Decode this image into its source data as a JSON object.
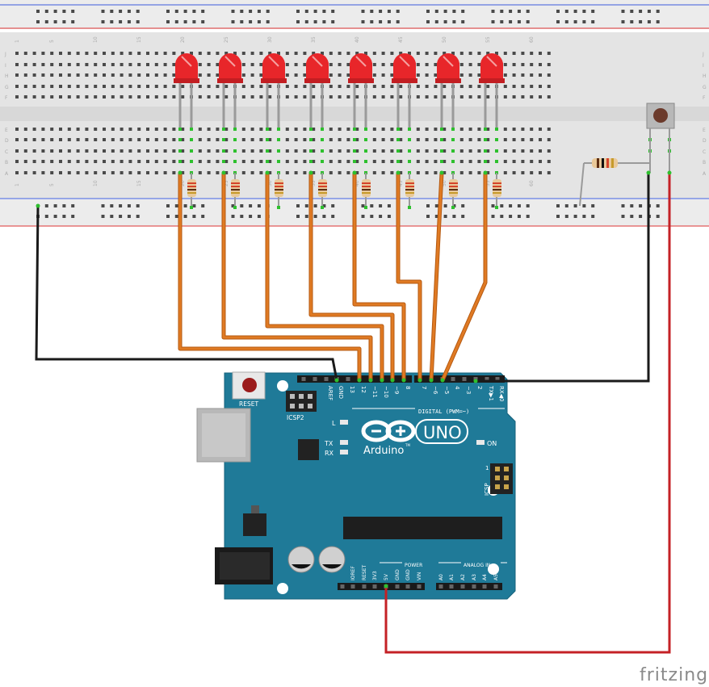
{
  "breadboard": {
    "row_letters_top": [
      "J",
      "I",
      "H",
      "G",
      "F"
    ],
    "row_letters_bottom": [
      "E",
      "D",
      "C",
      "B",
      "A"
    ],
    "column_numbers": [
      "1",
      "5",
      "10",
      "15",
      "20",
      "25",
      "30",
      "35",
      "40",
      "45",
      "50",
      "55",
      "60"
    ]
  },
  "leds": {
    "count": 8,
    "color": "#e8262a"
  },
  "resistors": {
    "count": 9
  },
  "button": {
    "name": "pushbutton"
  },
  "arduino": {
    "brand": "Arduino",
    "tm": "TM",
    "model": "UNO",
    "reset_label": "RESET",
    "icsp2_label": "ICSP2",
    "icsp_label": "ICSP",
    "digital_label": "DIGITAL (PWM=~)",
    "led_l": "L",
    "led_tx": "TX",
    "led_rx": "RX",
    "led_on": "ON",
    "digital_pins": [
      "AREF",
      "GND",
      "13",
      "12",
      "~11",
      "~10",
      "~9",
      "8",
      "7",
      "~6",
      "~5",
      "4",
      "~3",
      "2",
      "TX▶1",
      "RX◀0"
    ],
    "power_label": "POWER",
    "power_pins": [
      "IOREF",
      "RESET",
      "3V3",
      "5V",
      "GND",
      "GND",
      "VIN"
    ],
    "analog_label": "ANALOG IN",
    "analog_pins": [
      "A0",
      "A1",
      "A2",
      "A3",
      "A4",
      "A5"
    ],
    "board_color": "#1f7a98"
  },
  "wires": {
    "orange": "#e07a23",
    "black": "#1a1a1a",
    "red": "#c42126"
  },
  "watermark": "fritzing"
}
